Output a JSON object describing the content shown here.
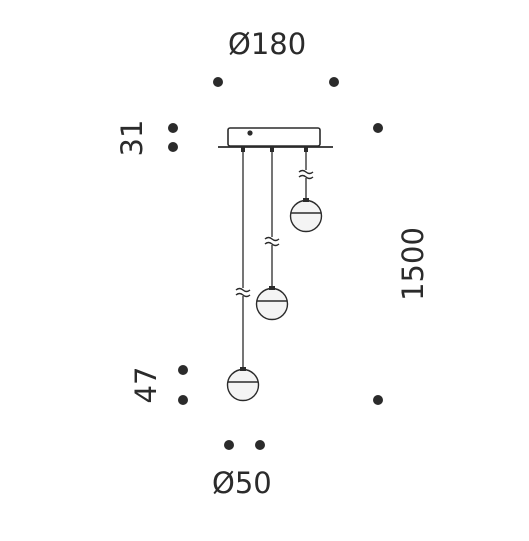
{
  "dimensions": {
    "canopy_diameter": "Ø180",
    "canopy_height": "31",
    "drop_length": "1500",
    "shade_height": "47",
    "shade_diameter": "Ø50"
  },
  "colors": {
    "line": "#2b2b2b",
    "shade_fill": "#f4f4f4",
    "background": "#ffffff"
  }
}
